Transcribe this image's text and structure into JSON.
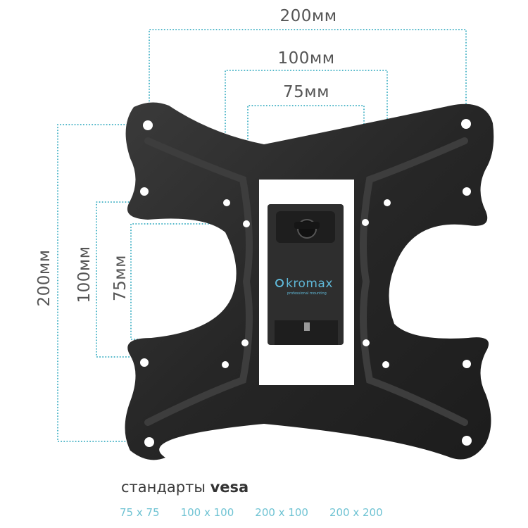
{
  "dimensions": {
    "top_200": "200мм",
    "top_100": "100мм",
    "top_75": "75мм",
    "left_200": "200мм",
    "left_100": "100мм",
    "left_75": "75мм"
  },
  "brand": {
    "name": "kromax",
    "tagline": "professional mounting"
  },
  "caption": {
    "prefix": "стандарты",
    "bold": "vesa"
  },
  "standards": [
    "75 x 75",
    "100 x 100",
    "200 x 100",
    "200 x 200"
  ],
  "colors": {
    "plate": "#2b2b2b",
    "dotted_line": "#47b3c6",
    "standards_text": "#6fc3d3",
    "dimension_text": "#555555"
  }
}
